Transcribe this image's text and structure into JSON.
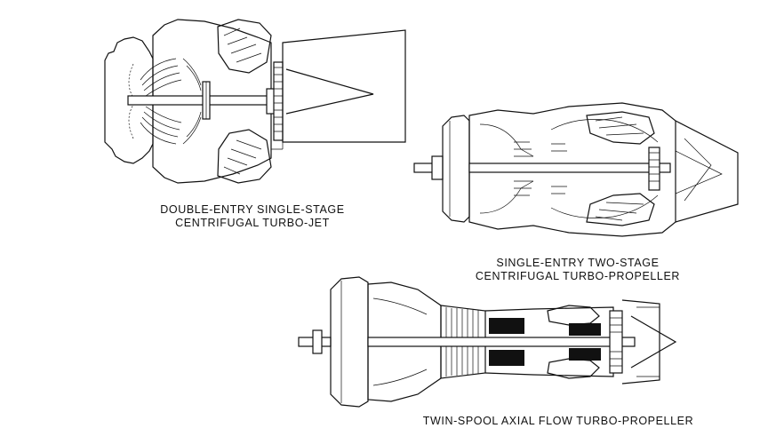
{
  "diagrams": [
    {
      "caption_lines": [
        "DOUBLE-ENTRY SINGLE-STAGE",
        "CENTRIFUGAL TURBO-JET"
      ]
    },
    {
      "caption_lines": [
        "SINGLE-ENTRY TWO-STAGE",
        "CENTRIFUGAL TURBO-PROPELLER"
      ]
    },
    {
      "caption_lines": [
        "TWIN-SPOOL AXIAL FLOW TURBO-PROPELLER"
      ]
    }
  ]
}
